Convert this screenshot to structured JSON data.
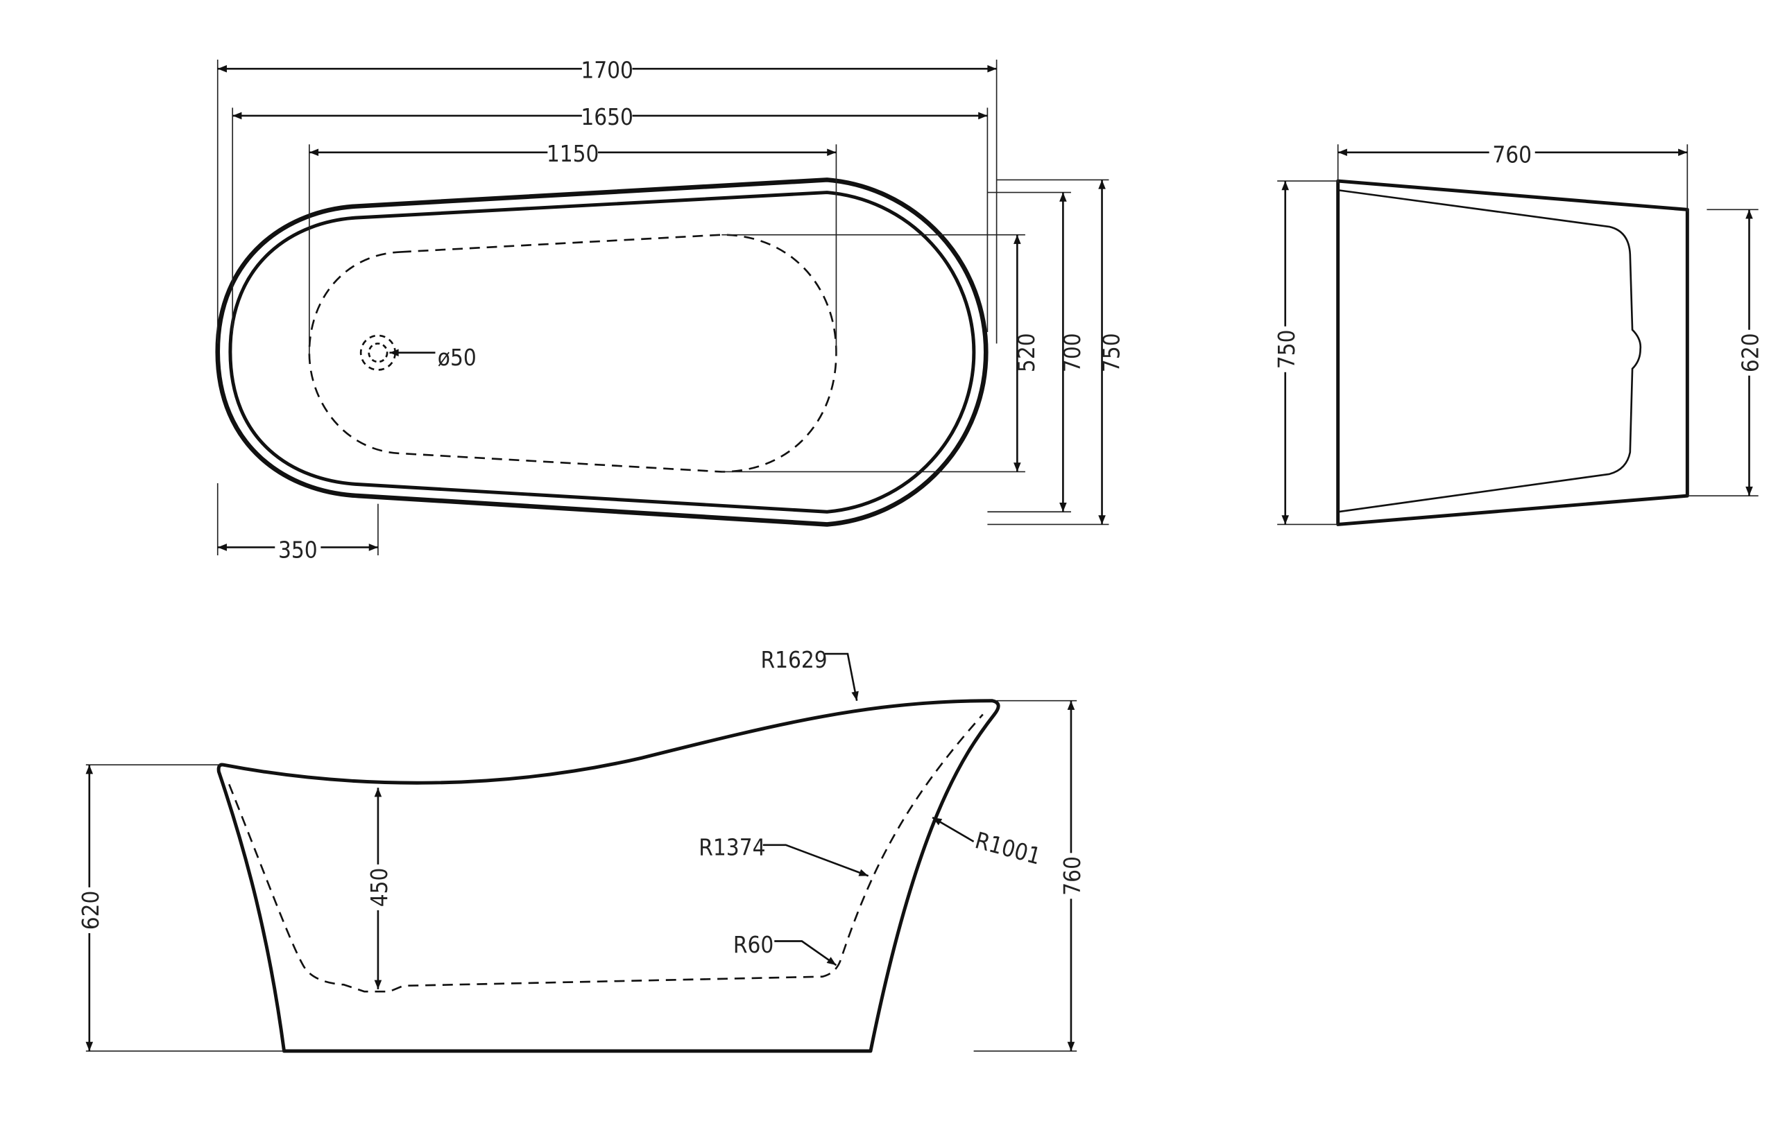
{
  "plan_view": {
    "overall_length": "1700",
    "inner_length": "1650",
    "basin_length": "1150",
    "drain_offset": "350",
    "drain_diameter": "ø50",
    "basin_width": "520",
    "inner_width": "700",
    "overall_width": "750"
  },
  "end_view": {
    "top_width": "760",
    "tall_end_height": "750",
    "short_end_height": "620"
  },
  "side_view": {
    "low_end_height": "620",
    "depth": "450",
    "high_end_height": "760",
    "rim_radius": "R1629",
    "inner_radius": "R1374",
    "outer_radius": "R1001",
    "corner_radius": "R60"
  },
  "colors": {
    "line": "#111111",
    "background": "#ffffff"
  }
}
